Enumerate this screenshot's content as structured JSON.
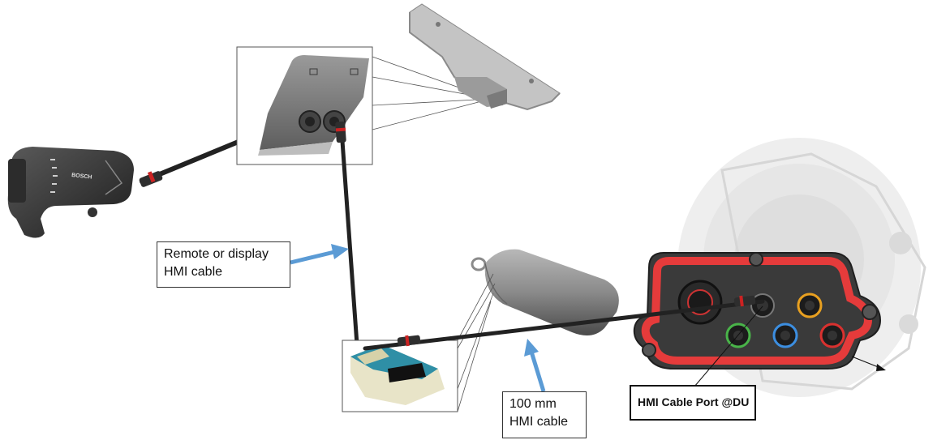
{
  "labels": {
    "remote_cable": [
      "Remote or display",
      "HMI cable"
    ],
    "short_cable": [
      "100 mm",
      "HMI cable"
    ],
    "port": "HMI Cable Port @DU"
  },
  "remote_logo": "BOSCH",
  "colors": {
    "arrow_blue": "#5b9bd5",
    "gasket_red": "#e53b3b",
    "port_orange": "#e8a020",
    "port_green": "#49b449",
    "port_blue": "#3c8ee0",
    "port_red": "#d9312f"
  }
}
